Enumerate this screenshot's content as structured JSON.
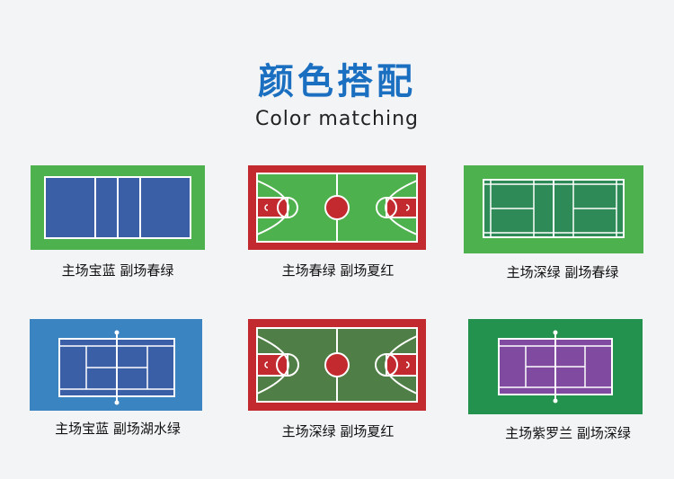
{
  "header": {
    "title": "颜色搭配",
    "subtitle": "Color matching"
  },
  "courts": [
    {
      "caption": "主场宝蓝 副场春绿",
      "main_color": "#3a5fa6",
      "surround_color": "#4db14d",
      "sport": "volleyball-court"
    },
    {
      "caption": "主场春绿 副场夏红",
      "main_color": "#4db14d",
      "surround_color": "#c22a2f",
      "sport": "basketball-court"
    },
    {
      "caption": "主场深绿 副场春绿",
      "main_color": "#2e8b57",
      "surround_color": "#4db14d",
      "sport": "badminton-court"
    },
    {
      "caption": "主场宝蓝 副场湖水绿",
      "main_color": "#3a5fa6",
      "surround_color": "#3a84c2",
      "sport": "tennis-court"
    },
    {
      "caption": "主场深绿 副场夏红",
      "main_color": "#4f7f46",
      "surround_color": "#c22a2f",
      "sport": "basketball-court"
    },
    {
      "caption": "主场紫罗兰 副场深绿",
      "main_color": "#7f4aa0",
      "surround_color": "#23924e",
      "sport": "tennis-court"
    }
  ]
}
